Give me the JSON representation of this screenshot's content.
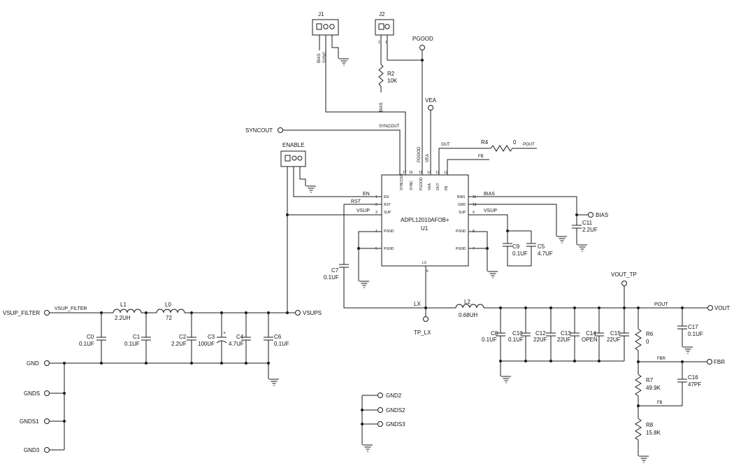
{
  "ic": {
    "part": "ADPL12010AFOB+",
    "ref": "U1",
    "pins_left": [
      {
        "num": "1",
        "name": "EN"
      },
      {
        "num": "2",
        "name": "RST"
      },
      {
        "num": "3",
        "name": "SUP"
      },
      {
        "num": "4",
        "name": "PGND"
      },
      {
        "num": "5",
        "name": "PGND"
      }
    ],
    "pins_right": [
      {
        "num": "11",
        "name": "BIAS"
      },
      {
        "num": "10",
        "name": "GND"
      },
      {
        "num": "9",
        "name": "SUP"
      },
      {
        "num": "8",
        "name": "PGND"
      },
      {
        "num": "7",
        "name": "PGND"
      }
    ],
    "pins_top": [
      {
        "num": "17",
        "name": "SYNCOUT"
      },
      {
        "num": "16",
        "name": "SYNC"
      },
      {
        "num": "15",
        "name": "PGOOD"
      },
      {
        "num": "14",
        "name": "VEA"
      },
      {
        "num": "13",
        "name": "OUT"
      },
      {
        "num": "12",
        "name": "FB"
      }
    ],
    "pin_bottom": {
      "num": "6",
      "name": "LX"
    }
  },
  "connectors": {
    "j1": {
      "ref": "J1",
      "pin_labels": [
        "BIAS",
        "SYNC"
      ]
    },
    "j2": {
      "ref": "J2",
      "pin_labels": [
        "2",
        "1"
      ]
    },
    "enable": {
      "ref": "ENABLE"
    }
  },
  "terminals": {
    "pgood": "PGOOD",
    "vea": "VEA",
    "syncout": "SYNCOUT",
    "bias": "BIAS",
    "vsup_filter": "VSUP_FILTER",
    "vsups": "VSUPS",
    "gnd": "GND",
    "gnds": "GNDS",
    "gnds1": "GNDS1",
    "gnd3": "GND3",
    "gnd2": "GND2",
    "gnds2": "GNDS2",
    "gnds3": "GNDS3",
    "tp_lx": "TP_LX",
    "vout_tp": "VOUT_TP",
    "vout": "VOUT",
    "fbr": "FBR"
  },
  "net_labels": {
    "syncout": "SYNCOUT",
    "pgood_v": "PGOOD",
    "vea_v": "VEA",
    "out": "OUT",
    "pout_r4": "POUT",
    "fb": "FB",
    "en": "EN",
    "rst": "RST",
    "vsup_left": "VSUP",
    "vsup_right": "VSUP",
    "bias": "BIAS",
    "bias_r2": "BIAS",
    "vsup_filter": "VSUP_FILTER",
    "lx": "LX",
    "pout": "POUT",
    "fbr": "FBR",
    "fb_low": "FB"
  },
  "parts": {
    "r2": {
      "ref": "R2",
      "value": "10K"
    },
    "r4": {
      "ref": "R4",
      "value": "0"
    },
    "c11": {
      "ref": "C11",
      "value": "2.2UF"
    },
    "c9": {
      "ref": "C9",
      "value": "0.1UF"
    },
    "c5": {
      "ref": "C5",
      "value": "4.7UF"
    },
    "c7": {
      "ref": "C7",
      "value": "0.1UF"
    },
    "l1": {
      "ref": "L1",
      "value": "2.2UH"
    },
    "l0": {
      "ref": "L0",
      "value": "72"
    },
    "c0": {
      "ref": "C0",
      "value": "0.1UF"
    },
    "c1": {
      "ref": "C1",
      "value": "0.1UF"
    },
    "c2": {
      "ref": "C2",
      "value": "2.2UF"
    },
    "c3": {
      "ref": "C3",
      "value": "100UF"
    },
    "c4": {
      "ref": "C4",
      "value": "4.7UF"
    },
    "c6": {
      "ref": "C6",
      "value": "0.1UF"
    },
    "l2": {
      "ref": "L2",
      "value": "0.68UH"
    },
    "c8": {
      "ref": "C8",
      "value": "0.1UF"
    },
    "c10": {
      "ref": "C10",
      "value": "0.1UF"
    },
    "c12": {
      "ref": "C12",
      "value": "22UF"
    },
    "c13": {
      "ref": "C13",
      "value": "22UF"
    },
    "c14": {
      "ref": "C14",
      "value": "OPEN"
    },
    "c15": {
      "ref": "C15",
      "value": "22UF"
    },
    "r6": {
      "ref": "R6",
      "value": "0"
    },
    "r7": {
      "ref": "R7",
      "value": "49.9K"
    },
    "r8": {
      "ref": "R8",
      "value": "15.8K"
    },
    "c16": {
      "ref": "C16",
      "value": "47PF"
    },
    "c17": {
      "ref": "C17",
      "value": "0.1UF"
    }
  }
}
